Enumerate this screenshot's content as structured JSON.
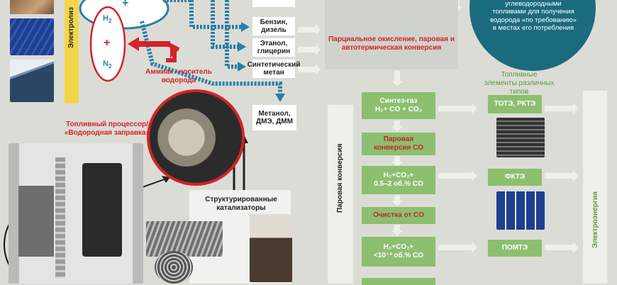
{
  "electrolysis": {
    "label": "Электролиз"
  },
  "molecules": {
    "h2": "H",
    "h2_sub": "2",
    "n2": "N",
    "n2_sub": "2",
    "plus_top": "+",
    "plus_mid": "+"
  },
  "ammonia": {
    "label": "Аммиак –носитель водорода"
  },
  "fuels": [
    {
      "label": "Бензин, дизель"
    },
    {
      "label": "Этанол, глицерин"
    },
    {
      "label": "Синтетический метан"
    },
    {
      "label": "Метанол, ДМЭ, ДММ"
    }
  ],
  "partial_oxidation": {
    "label": "Парциальное окисление, паровая и автотермическая конверсия"
  },
  "steam_conversion": {
    "label": "Паровая конверсия"
  },
  "circle_note": {
    "label": "углеводородными топливами для получения водорода «по требованию» в местах его потребления"
  },
  "fuel_elements_header": {
    "label": "Топливные элементы различных типов"
  },
  "process_steps": [
    {
      "line1": "Синтез-газ",
      "line2": "H₂+ CO + CO₂",
      "accent": false
    },
    {
      "line1": "Паровая",
      "line2": "конверсия CO",
      "accent": true
    },
    {
      "line1": "H₂+CO₂+",
      "line2": "0.5–2 об.% CO",
      "accent": false
    },
    {
      "line1": "Очистка от CO",
      "line2": "",
      "accent": true
    },
    {
      "line1": "H₂+CO₂+",
      "line2": "<10⁻³ об.% CO",
      "accent": false
    }
  ],
  "fuel_cells": [
    {
      "label": "ТОТЭ, РКТЭ"
    },
    {
      "label": "ФКТЭ"
    },
    {
      "label": "ПОМТЭ"
    }
  ],
  "electricity": {
    "label": "Электроэнергия"
  },
  "fuel_processor": {
    "label": "Топливный процессор/ «Водородная заправка»"
  },
  "catalysts": {
    "label": "Структурированные катализаторы"
  },
  "colors": {
    "blue_arrow": "#2a7fa8",
    "red": "#d2232a",
    "green": "#8cbf6f",
    "teal": "#1b6b7f"
  }
}
